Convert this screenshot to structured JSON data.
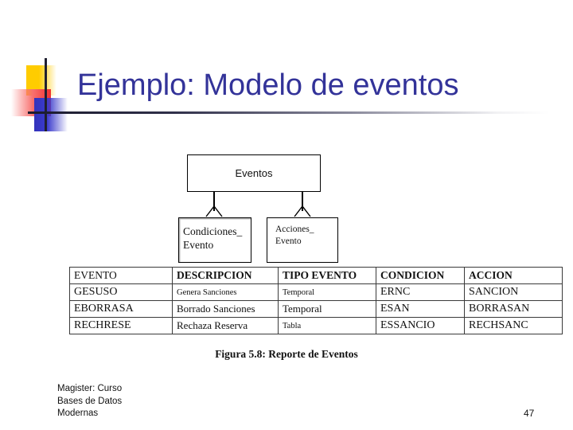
{
  "slide": {
    "title": "Ejemplo: Modelo de eventos",
    "title_color": "#333399",
    "page_number": "47",
    "footer_lines": [
      "Magister: Curso",
      "Bases de Datos",
      "Modernas"
    ],
    "footer_text": "Magister: Curso\nBases de Datos\nModernas"
  },
  "decoration": {
    "yellow": "#FFCC00",
    "red": "#F03030",
    "blue": "#3333BB",
    "rule": "#1b1b2e"
  },
  "diagram": {
    "parent": {
      "label": "Eventos"
    },
    "children": [
      {
        "label": "Condiciones_ Evento"
      },
      {
        "label": "Acciones_ Evento"
      }
    ]
  },
  "table": {
    "headers": [
      "EVENTO",
      "DESCRIPCION",
      "TIPO EVENTO",
      "CONDICION",
      "ACCION"
    ],
    "rows": [
      [
        "GESUSO",
        "Genera Sanciones",
        "Temporal",
        "ERNC",
        "SANCION"
      ],
      [
        "EBORRASA",
        "Borrado Sanciones",
        "Temporal",
        "ESAN",
        "BORRASAN"
      ],
      [
        "RECHRESE",
        "Rechaza Reserva",
        "Tabla",
        "ESSANCIO",
        "RECHSANC"
      ]
    ]
  },
  "caption": "Figura 5.8: Reporte de Eventos"
}
